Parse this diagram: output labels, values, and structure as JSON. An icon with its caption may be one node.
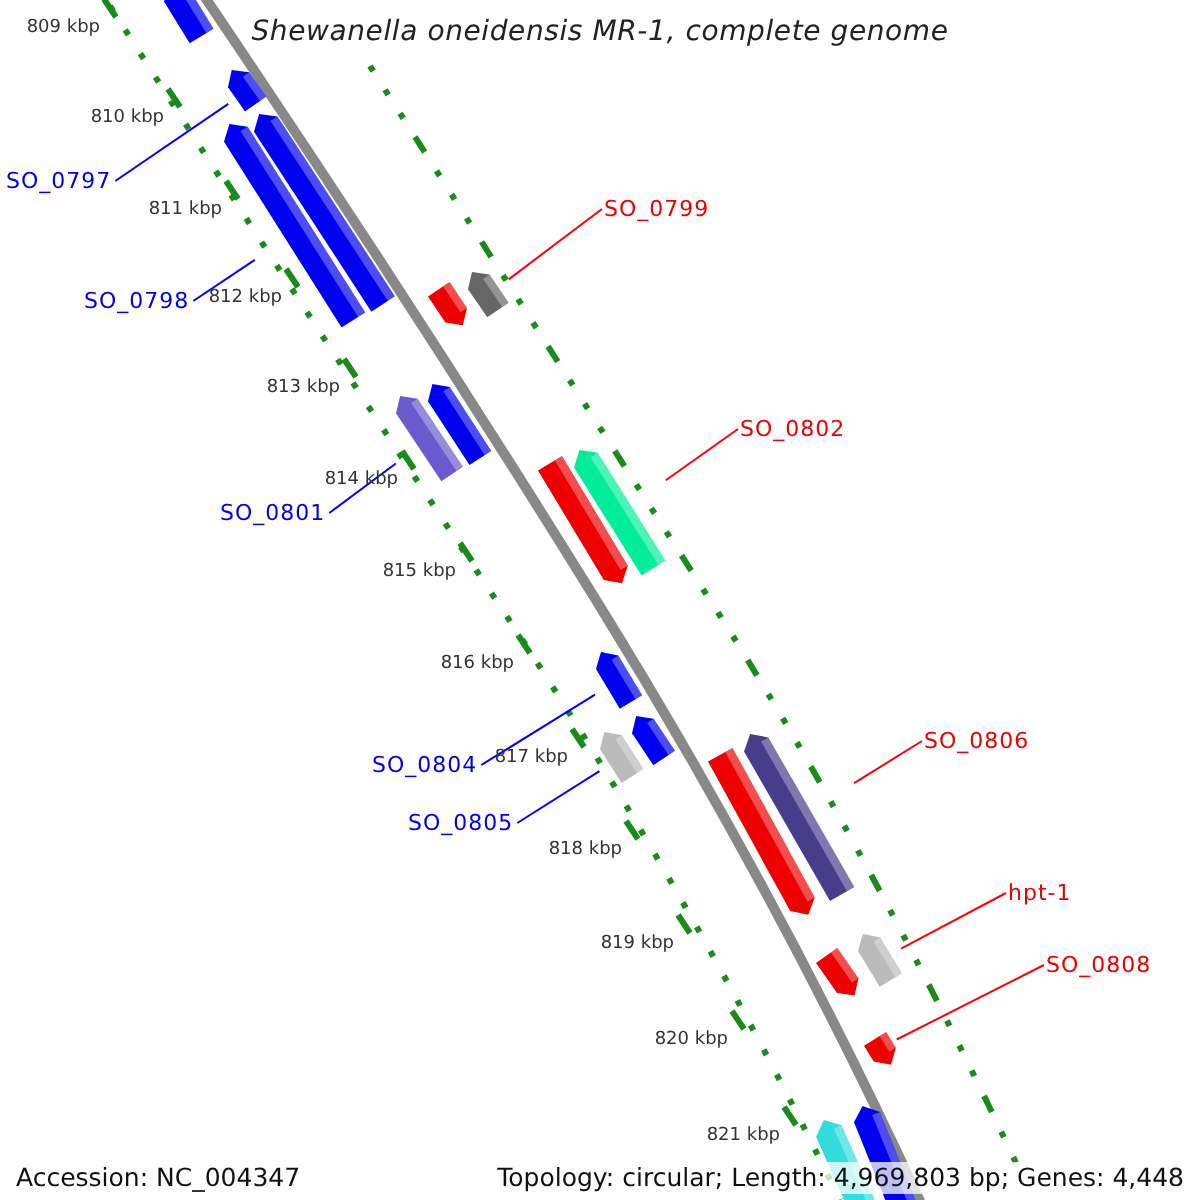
{
  "diagram": {
    "title": "Shewanella oneidensis MR-1, complete genome",
    "nodes": [
      {
        "text": [
          "SO_0797"
        ]
      },
      {
        "text": [],
        "shape": "bar"
      },
      {
        "text": [
          "SO_0798"
        ]
      },
      {
        "text": [],
        "shape": "bar"
      },
      {
        "text": [
          "SO_0799"
        ]
      },
      {
        "text": [],
        "shape": "bar"
      },
      {
        "text": [
          "SO_0802"
        ]
      },
      {
        "text": [],
        "shape": "bar"
      },
      {
        "text": [
          "SO_0801"
        ]
      },
      {
        "text": [],
        "shape": "bar"
      },
      {
        "text": [
          "SO_0806"
        ]
      },
      {
        "text": [],
        "shape": "bar"
      },
      {
        "text": [
          "SO_0804"
        ]
      },
      {
        "text": [],
        "shape": "bar"
      },
      {
        "text": [
          "SO_0805"
        ]
      },
      {
        "text": [],
        "shape": "bar"
      },
      {
        "text": [
          "hpt-1"
        ]
      },
      {
        "text": [],
        "shape": "bar"
      },
      {
        "text": [
          "SO_0808"
        ]
      },
      {
        "text": [],
        "shape": "bar"
      },
      {
        "text": [],
        "shape": "bar"
      },
      {
        "text": [],
        "shape": "bar"
      },
      {
        "text": [],
        "shape": "bar"
      },
      {
        "text": [],
        "shape": "bar"
      },
      {
        "text": [],
        "shape": "bar"
      },
      {
        "text": [],
        "shape": "bar"
      },
      {
        "text": [],
        "shape": "bar"
      },
      {
        "text": [],
        "shape": "bar"
      },
      {
        "text": [],
        "shape": "bar"
      },
      {
        "text": [],
        "shape": "bar"
      }
    ],
    "edges": [
      {
        "from": 0,
        "to": 1,
        "arrow": "none",
        "color": "#0000ff"
      },
      {
        "from": 2,
        "to": 3,
        "arrow": "none",
        "color": "#0000ff"
      },
      {
        "from": 4,
        "to": 5,
        "arrow": "none",
        "color": "#ff0000"
      },
      {
        "from": 6,
        "to": 7,
        "arrow": "none",
        "color": "#ff0000"
      },
      {
        "from": 8,
        "to": 9,
        "arrow": "none",
        "color": "#0000ff"
      },
      {
        "from": 10,
        "to": 11,
        "arrow": "none",
        "color": "#ff0000"
      },
      {
        "from": 12,
        "to": 13,
        "arrow": "none",
        "color": "#0000ff"
      },
      {
        "from": 14,
        "to": 15,
        "arrow": "none",
        "color": "#0000ff"
      },
      {
        "from": 16,
        "to": 17,
        "arrow": "none",
        "color": "#ff0000"
      },
      {
        "from": 18,
        "to": 19,
        "arrow": "none",
        "color": "#ff0000"
      }
    ],
    "labels": [
      "809 kbp",
      "810 kbp",
      "811 kbp",
      "812 kbp",
      "813 kbp",
      "814 kbp",
      "815 kbp",
      "816 kbp",
      "817 kbp",
      "818 kbp",
      "819 kbp",
      "820 kbp",
      "821 kbp",
      "Accession: NC_004347",
      "Topology: circular; Length: 4,969,803 bp; Genes: 4,448"
    ]
  }
}
